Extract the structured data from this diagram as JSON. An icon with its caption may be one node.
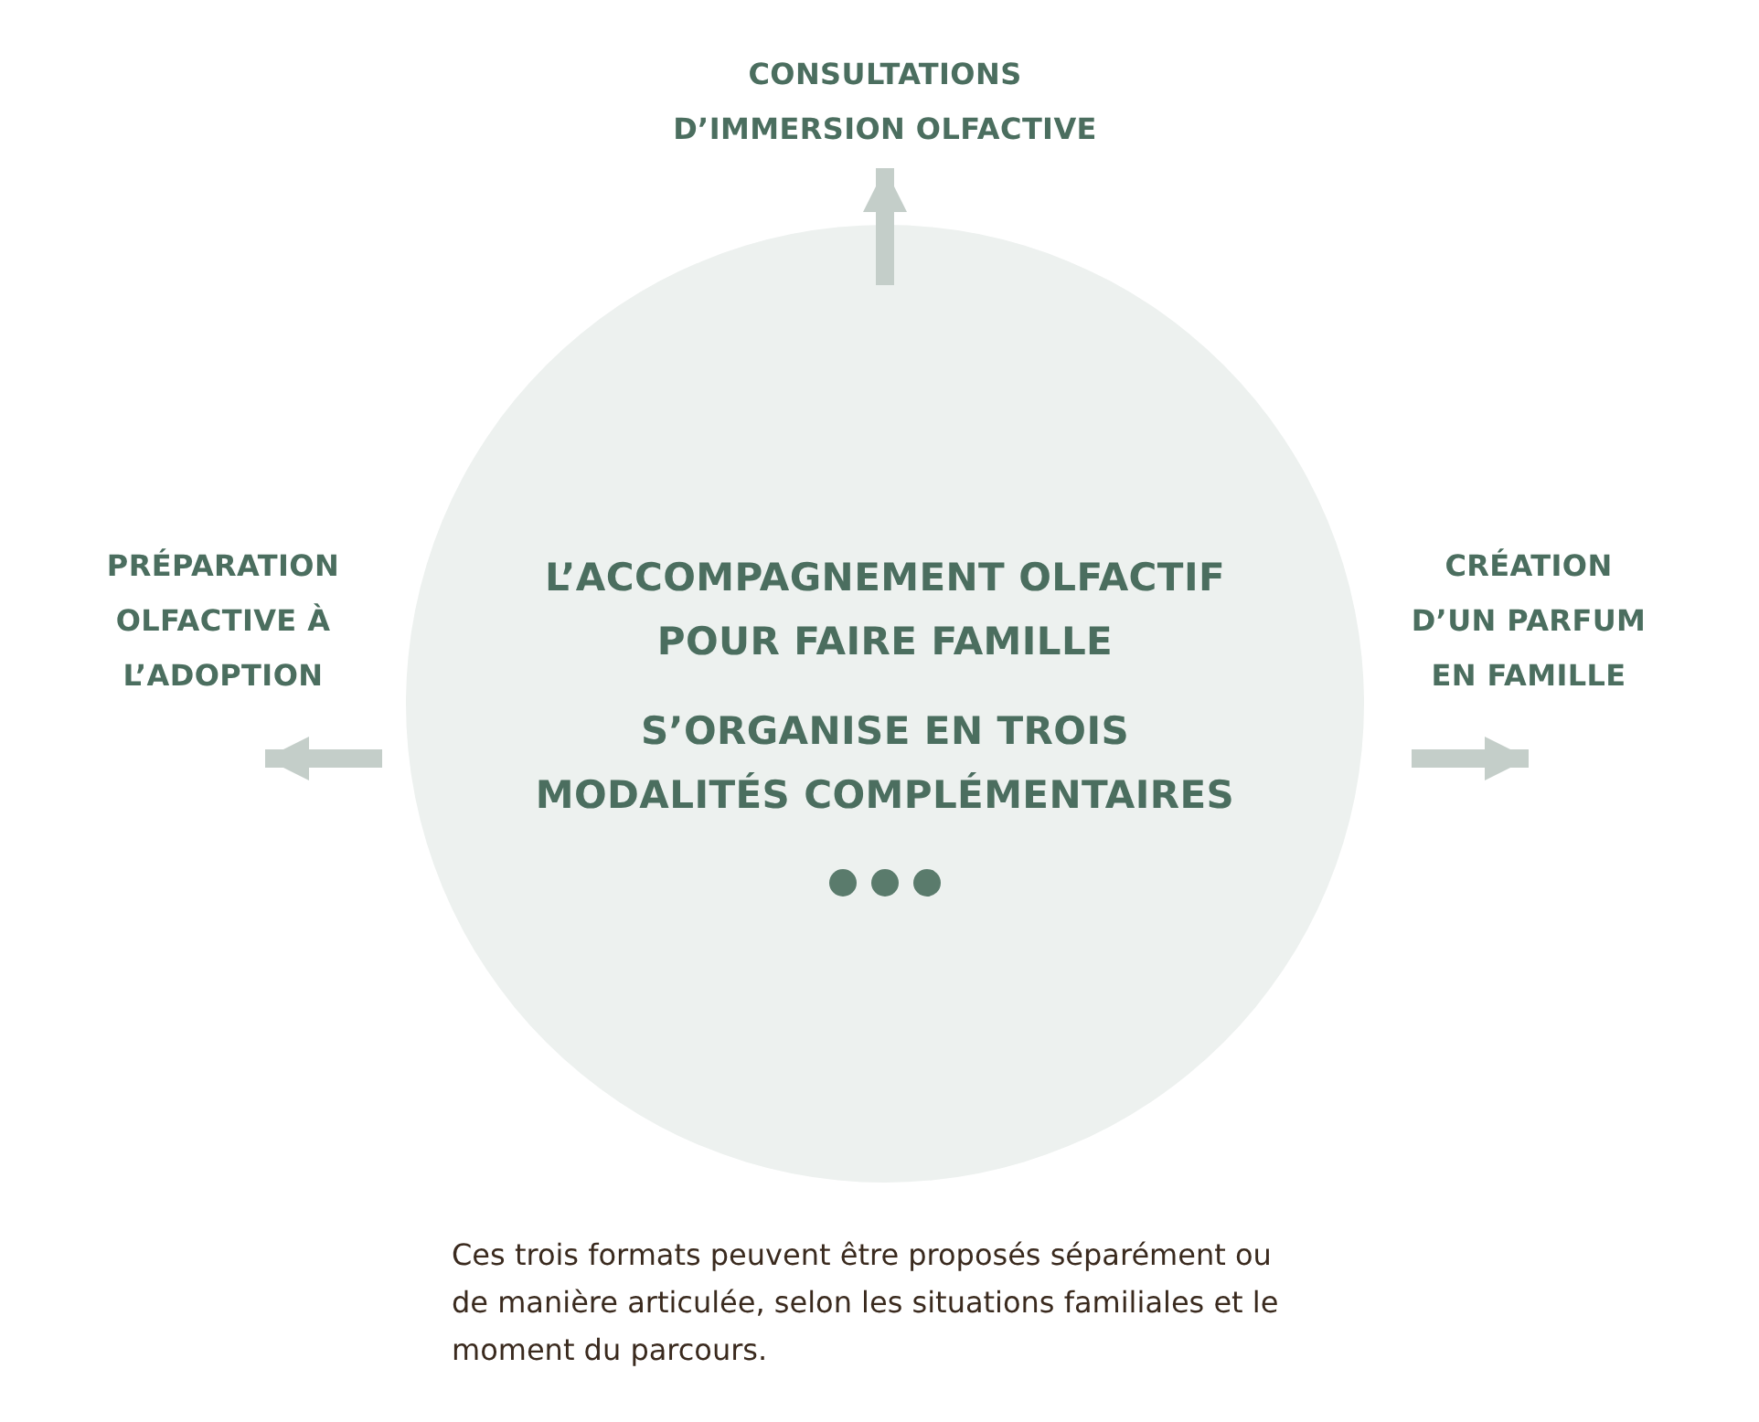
{
  "diagram": {
    "nodes": [
      {
        "text": [
          "L’ACCOMPAGNEMENT OLFACTIF POUR FAIRE FAMILLE",
          "S’ORGANISE EN TROIS MODALITÉS COMPLÉMENTAIRES"
        ]
      },
      {
        "text": [
          "CONSULTATIONS D’IMMERSION OLFACTIVE"
        ]
      },
      {
        "text": [
          "PRÉPARATION OLFACTIVE À L’ADOPTION"
        ]
      },
      {
        "text": [
          "CRÉATION D’UN PARFUM EN FAMILLE"
        ]
      }
    ],
    "edges": [
      {
        "from": 0,
        "to": 1,
        "arrow": "to"
      },
      {
        "from": 0,
        "to": 2,
        "arrow": "to"
      },
      {
        "from": 0,
        "to": 3,
        "arrow": "to"
      }
    ],
    "caption": "Ces trois formats peuvent être proposés séparément ou de manière articulée, selon les situations familiales et le moment du parcours."
  }
}
